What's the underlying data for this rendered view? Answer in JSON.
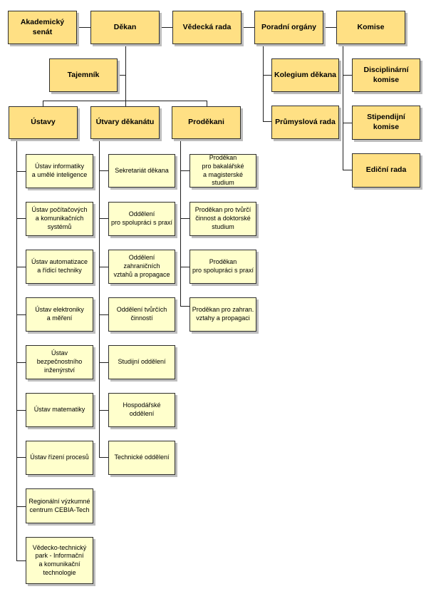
{
  "diagram": {
    "top_row": {
      "akademicky_senat": "Akademický senát",
      "dekan": "Děkan",
      "vedecka_rada": "Vědecká rada",
      "poradni_organy": "Poradní orgány",
      "komise": "Komise"
    },
    "tajemnik": "Tajemník",
    "branches": {
      "ustavy": "Ústavy",
      "utvary_dekanatu": "Útvary děkanátu",
      "prodekani": "Proděkani"
    },
    "poradni_organy_items": [
      "Kolegium děkana",
      "Průmyslová rada"
    ],
    "komise_items": [
      "Disciplinární komise",
      "Stipendijní komise",
      "Ediční rada"
    ],
    "ustavy_items": [
      "Ústav informatiky\na umělé inteligence",
      "Ústav počítačových\na komunikačních\nsystémů",
      "Ústav automatizace\na řídicí techniky",
      "Ústav elektroniky\na měření",
      "Ústav bezpečnostního\ninženýrství",
      "Ústav matematiky",
      "Ústav řízení procesů",
      "Regionální výzkumné\ncentrum CEBIA-Tech",
      "Vědecko-technický\npark - Informační\na komunikační\ntechnologie"
    ],
    "utvary_items": [
      "Sekretariát děkana",
      "Oddělení\npro spolupráci s praxí",
      "Oddělení zahraničních\nvztahů a propagace",
      "Oddělení tvůrčích\nčinností",
      "Studijní oddělení",
      "Hospodářské oddělení",
      "Technické oddělení"
    ],
    "prodekani_items": [
      "Proděkan\npro bakalářské\na magisterské studium",
      "Proděkan pro tvůrčí\nčinnost a doktorské\nstudium",
      "Proděkan\npro spolupráci s praxí",
      "Proděkan pro zahran.\nvztahy a propagaci"
    ]
  }
}
